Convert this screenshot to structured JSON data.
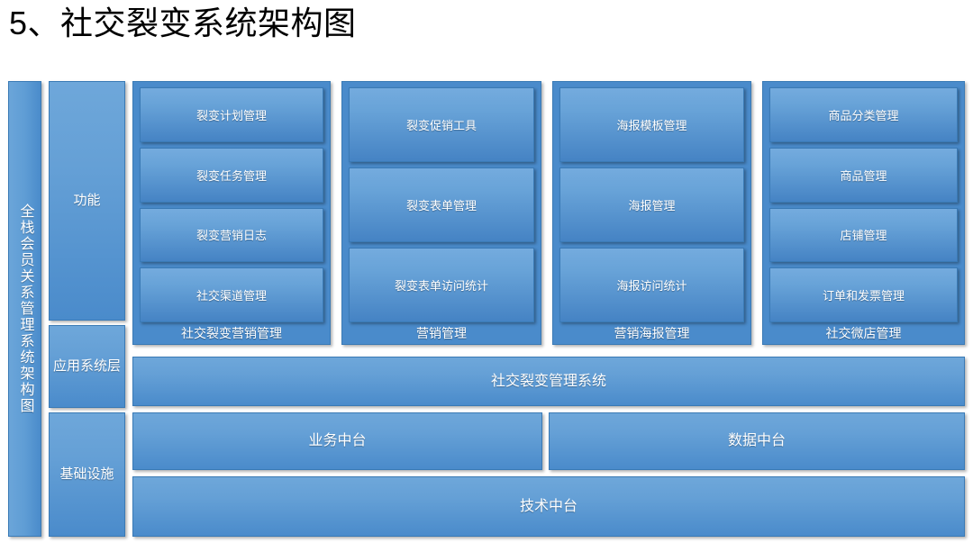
{
  "title": "5、社交裂变系统架构图",
  "vertical_label": "全栈会员关系管理系统架构图",
  "layers": [
    {
      "name": "functional",
      "label": "功能"
    },
    {
      "name": "application",
      "label": "应用系统层"
    },
    {
      "name": "infrastructure",
      "label": "基础设施"
    }
  ],
  "groups": [
    {
      "label": "社交裂变营销管理",
      "cards": [
        "裂变计划管理",
        "裂变任务管理",
        "裂变营销日志",
        "社交渠道管理"
      ]
    },
    {
      "label": "营销管理",
      "cards": [
        "裂变促销工具",
        "裂变表单管理",
        "裂变表单访问统计"
      ]
    },
    {
      "label": "营销海报管理",
      "cards": [
        "海报模板管理",
        "海报管理",
        "海报访问统计"
      ]
    },
    {
      "label": "社交微店管理",
      "cards": [
        "商品分类管理",
        "商品管理",
        "店铺管理",
        "订单和发票管理"
      ]
    }
  ],
  "bars": {
    "system": "社交裂变管理系统",
    "business_middle": "业务中台",
    "data_middle": "数据中台",
    "tech_middle": "技术中台"
  },
  "colors": {
    "box_light": "#74abde",
    "box_mid": "#65a0d6",
    "box_dark": "#4583c4",
    "group_bg": "#4a8bcb",
    "border": "#3a7ab5",
    "text": "#ffffff",
    "title_text": "#000000",
    "page_bg": "#ffffff"
  }
}
